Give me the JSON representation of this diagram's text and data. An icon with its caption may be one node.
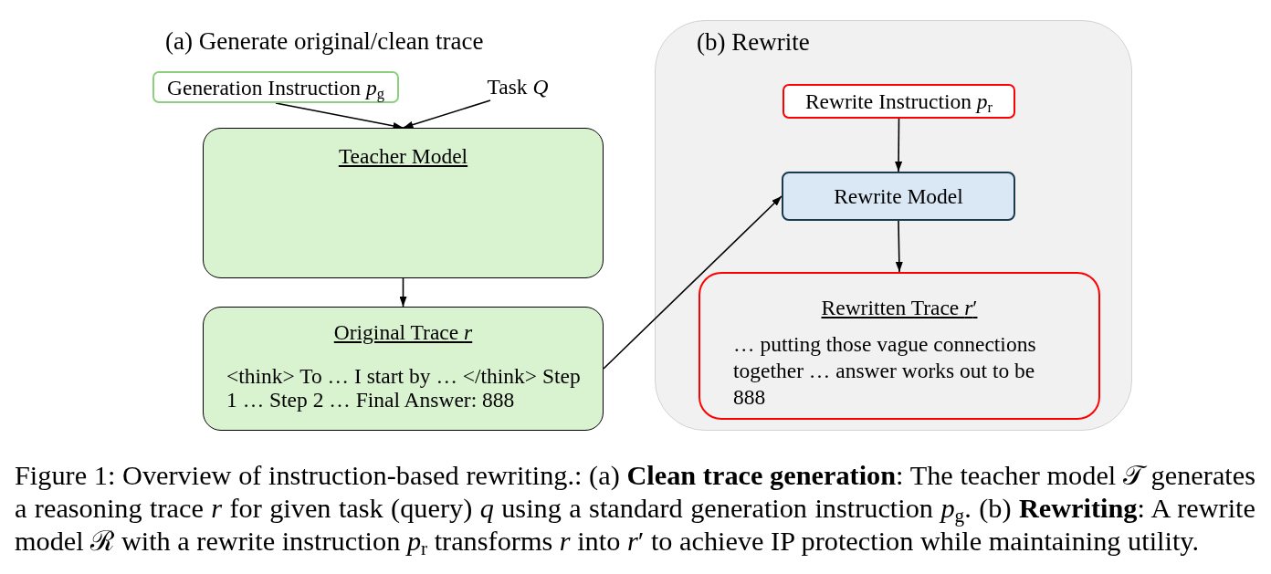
{
  "diagram": {
    "caption": "Figure 1: Overview of instruction-based rewriting.: (a) **Clean trace generation**: The teacher model 𝒯 generates a reasoning trace *r* for given task (query) *q* using a standard generation instruction *p*$_{g}$. (b) **Rewriting**: A rewrite model ℛ with a rewrite instruction *p*$_{r}$ transforms *r* into *r*′ to achieve IP protection while maintaining utility.",
    "nodes": [
      {
        "text": [
          "Generation Instruction *p*$_{g}$"
        ]
      },
      {
        "text": [
          "Task *Q*"
        ]
      },
      {
        "text": [
          "Teacher Model"
        ]
      },
      {
        "text": [
          "Original Trace *r*",
          "<think> To … I start by … </think> Step 1 … Step 2 … Final Answer: 888"
        ]
      },
      {
        "text": [
          "(b) Rewrite"
        ]
      },
      {
        "text": [
          "Rewrite Instruction *p*$_{r}$"
        ],
        "in": 4
      },
      {
        "text": [
          "Rewrite Model"
        ],
        "in": 4
      },
      {
        "text": [
          "Rewritten Trace *r*′",
          "… putting those vague connections together … answer works out to be 888"
        ],
        "in": 4
      }
    ],
    "edges": [
      {
        "from": 0,
        "to": 2,
        "arrow": "to"
      },
      {
        "from": 1,
        "to": 2,
        "arrow": "to"
      },
      {
        "from": 2,
        "to": 3,
        "arrow": "to"
      },
      {
        "from": 3,
        "to": 6,
        "arrow": "to"
      },
      {
        "from": 5,
        "to": 6,
        "arrow": "to"
      },
      {
        "from": 6,
        "to": 7,
        "arrow": "to"
      }
    ],
    "labels": [
      "(a) Generate original/clean trace"
    ]
  }
}
